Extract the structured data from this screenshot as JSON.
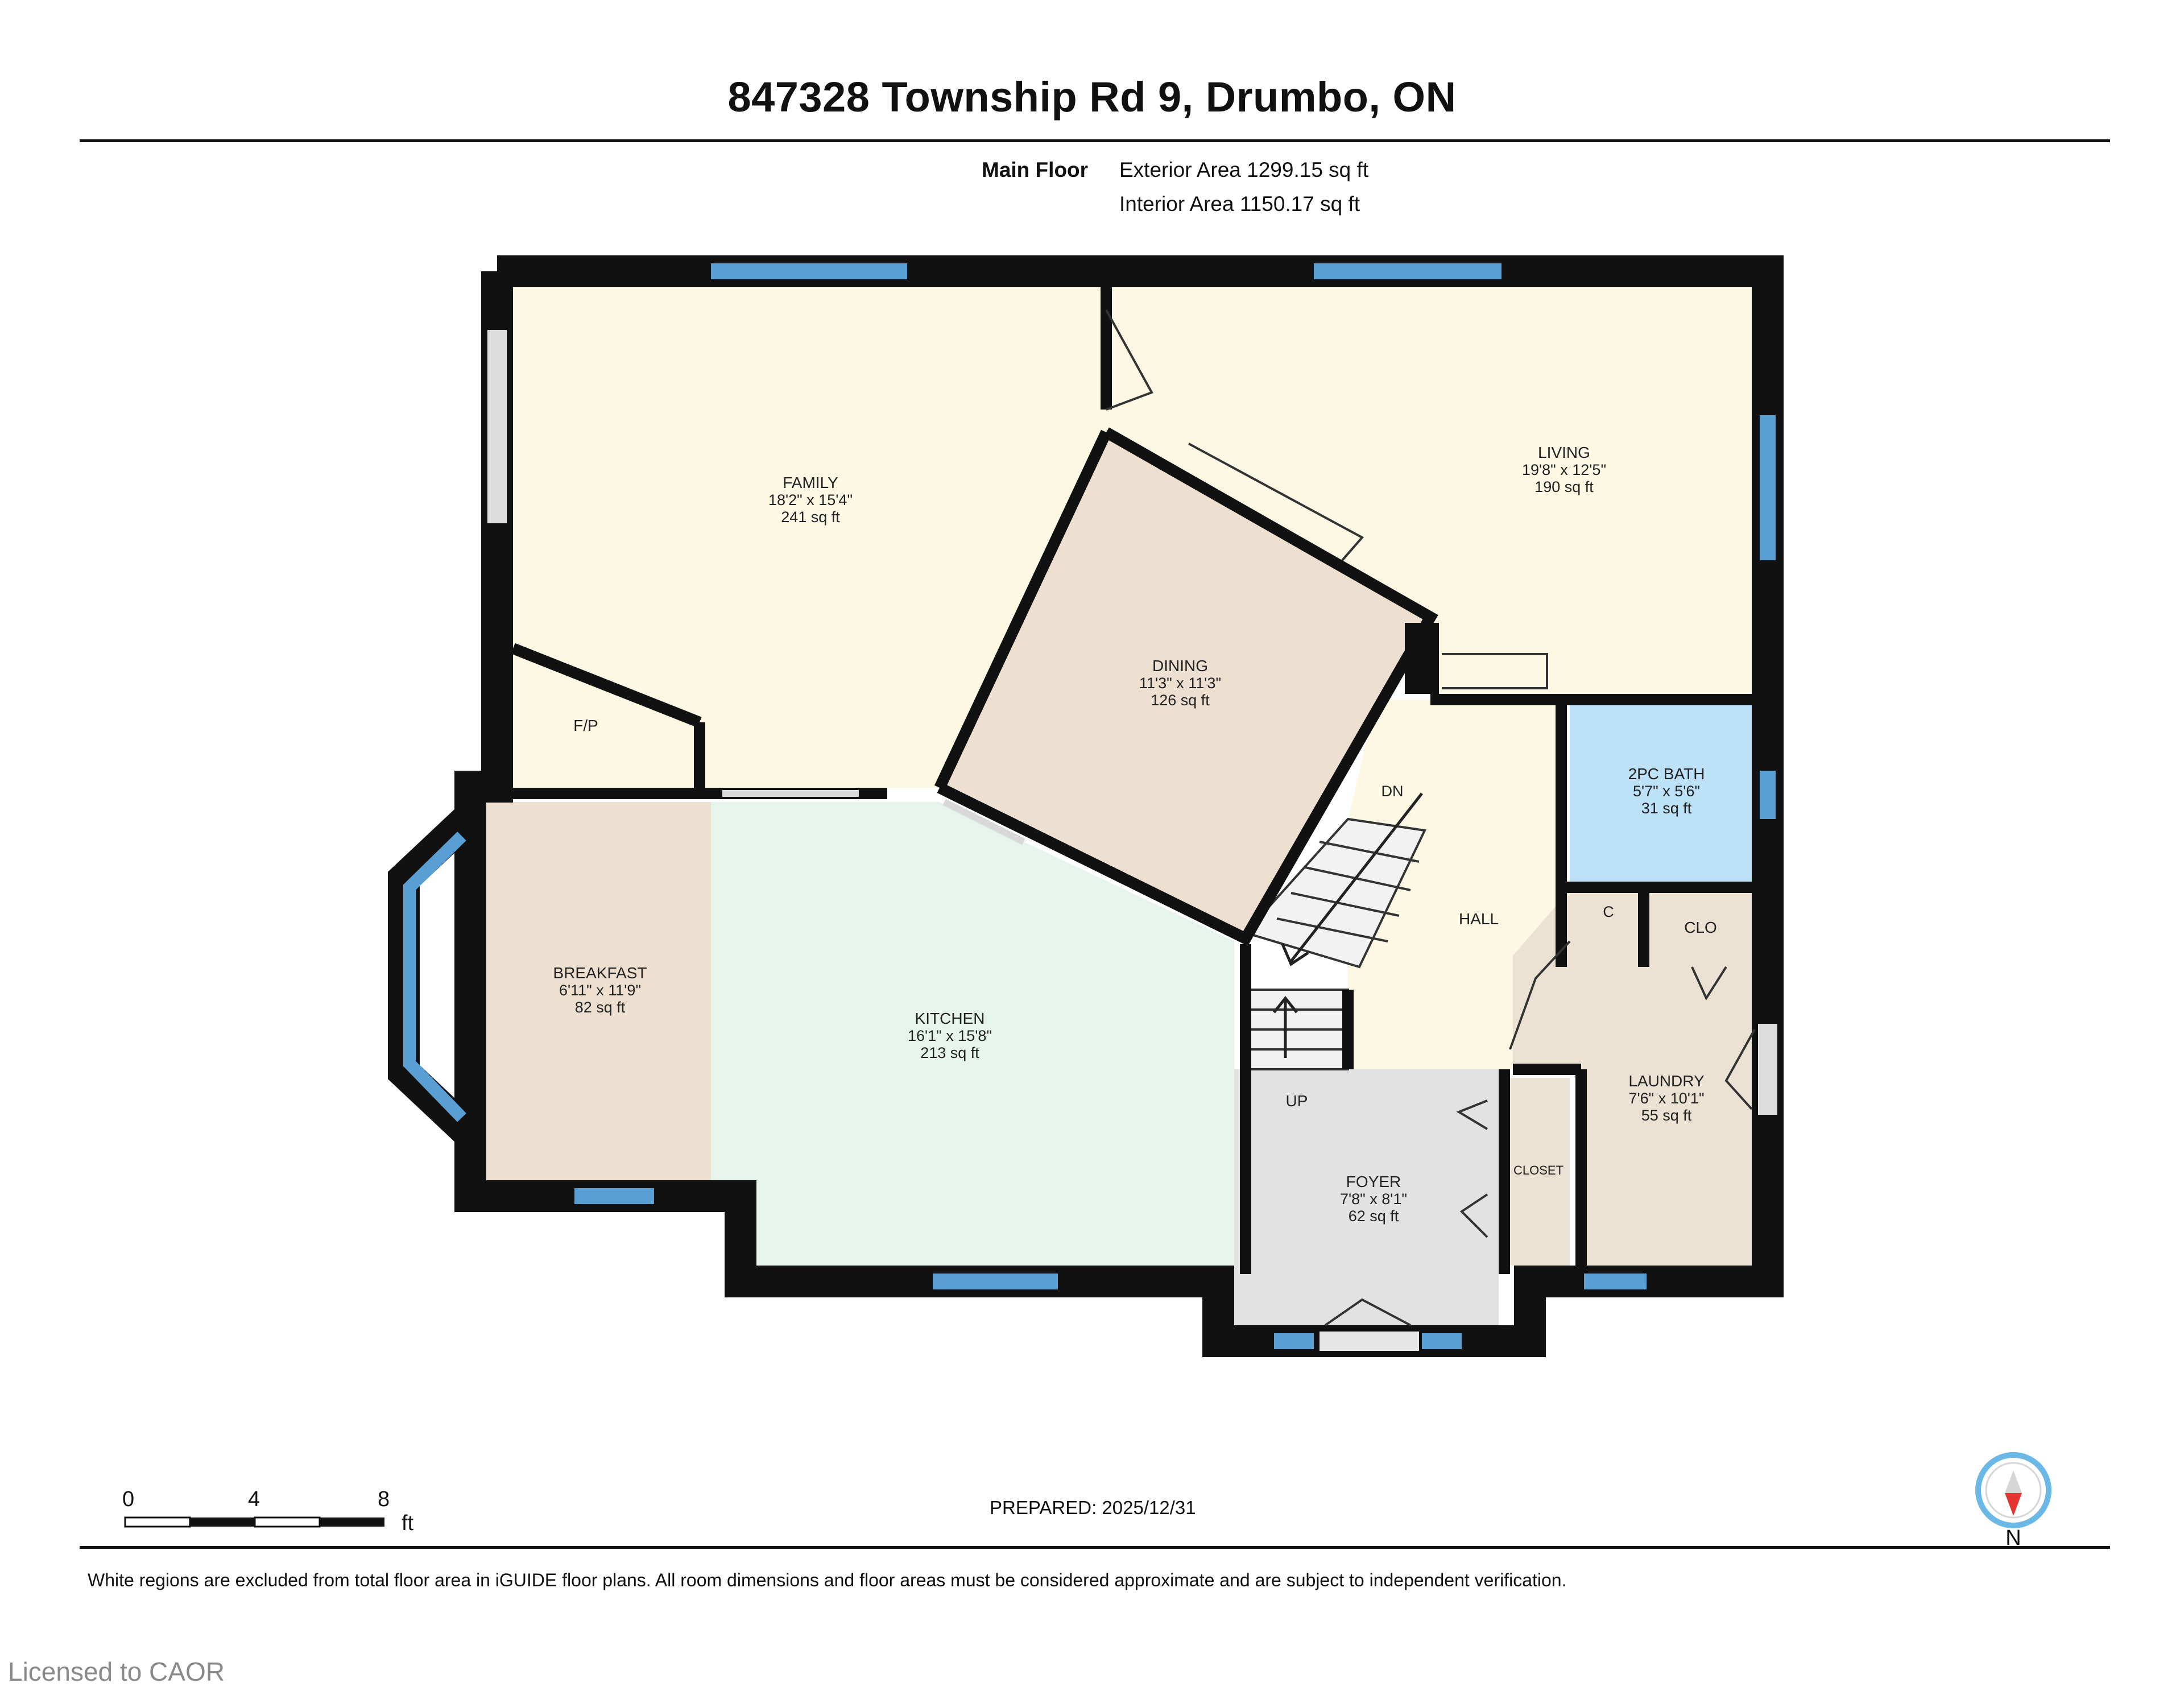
{
  "header": {
    "title": "847328 Township Rd 9, Drumbo, ON",
    "floor_label": "Main Floor",
    "exterior_area": "Exterior Area 1299.15 sq ft",
    "interior_area": "Interior Area 1150.17 sq ft"
  },
  "rooms": {
    "family": {
      "name": "FAMILY",
      "dims": "18'2\" x 15'4\"",
      "area": "241 sq ft"
    },
    "living": {
      "name": "LIVING",
      "dims": "19'8\" x 12'5\"",
      "area": "190 sq ft"
    },
    "dining": {
      "name": "DINING",
      "dims": "11'3\" x 11'3\"",
      "area": "126 sq ft"
    },
    "bath": {
      "name": "2PC BATH",
      "dims": "5'7\" x 5'6\"",
      "area": "31 sq ft"
    },
    "breakfast": {
      "name": "BREAKFAST",
      "dims": "6'11\" x 11'9\"",
      "area": "82 sq ft"
    },
    "kitchen": {
      "name": "KITCHEN",
      "dims": "16'1\" x 15'8\"",
      "area": "213 sq ft"
    },
    "laundry": {
      "name": "LAUNDRY",
      "dims": "7'6\" x 10'1\"",
      "area": "55 sq ft"
    },
    "foyer": {
      "name": "FOYER",
      "dims": "7'8\" x 8'1\"",
      "area": "62 sq ft"
    },
    "hall": {
      "name": "HALL"
    },
    "fp": {
      "name": "F/P"
    },
    "closet": {
      "name": "CLOSET"
    },
    "c": {
      "name": "C"
    },
    "clo": {
      "name": "CLO"
    }
  },
  "stairs": {
    "down": "DN",
    "up": "UP"
  },
  "scale": {
    "t0": "0",
    "t1": "4",
    "t2": "8",
    "unit": "ft"
  },
  "compass": {
    "label": "N"
  },
  "prepared": "PREPARED: 2025/12/31",
  "footnote": "White regions are excluded from total floor area in iGUIDE floor plans. All room dimensions and floor areas must be considered approximate and are subject to independent verification.",
  "watermark": "Licensed to CAOR",
  "colors": {
    "wall": "#111111",
    "window": "#5a9fd4",
    "family_living": "#fdf8e4",
    "dining_breakfast": "#ede0d0",
    "kitchen": "#e6f4ec",
    "bath": "#bde1f7",
    "foyer": "#e2e2e2",
    "laundry": "#ece2d3"
  }
}
